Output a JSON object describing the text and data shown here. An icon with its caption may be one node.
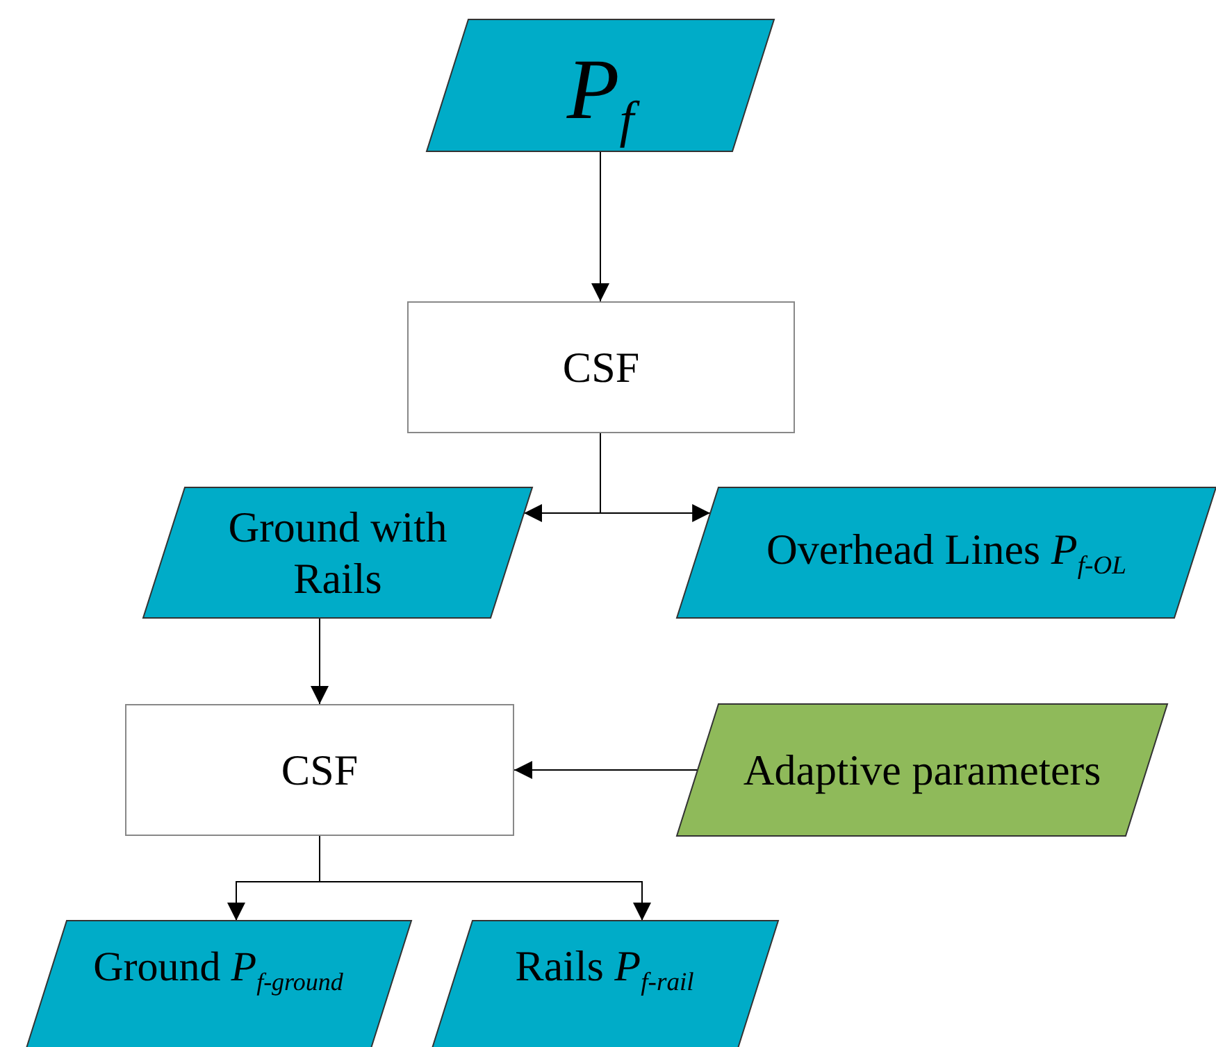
{
  "diagram": {
    "nodes": [
      {
        "text": [
          "*P*$_{f}$"
        ]
      },
      {
        "text": [
          "CSF"
        ]
      },
      {
        "text": [
          "Ground with Rails"
        ]
      },
      {
        "text": [
          "Overhead Lines  *P*$_{f-OL}$"
        ]
      },
      {
        "text": [
          "CSF"
        ]
      },
      {
        "text": [
          "Adaptive parameters"
        ]
      },
      {
        "text": [
          "Ground *P*$_{f-ground}$"
        ]
      },
      {
        "text": [
          "Rails  *P*$_{f-rail}$"
        ]
      }
    ],
    "edges": [
      {
        "from": 0,
        "to": 1,
        "arrow": "to"
      },
      {
        "from": 1,
        "to": 2,
        "arrow": "to"
      },
      {
        "from": 1,
        "to": 3,
        "arrow": "to"
      },
      {
        "from": 2,
        "to": 4,
        "arrow": "to"
      },
      {
        "from": 5,
        "to": 4,
        "arrow": "to"
      },
      {
        "from": 4,
        "to": 6,
        "arrow": "to"
      },
      {
        "from": 4,
        "to": 7,
        "arrow": "to"
      }
    ]
  }
}
